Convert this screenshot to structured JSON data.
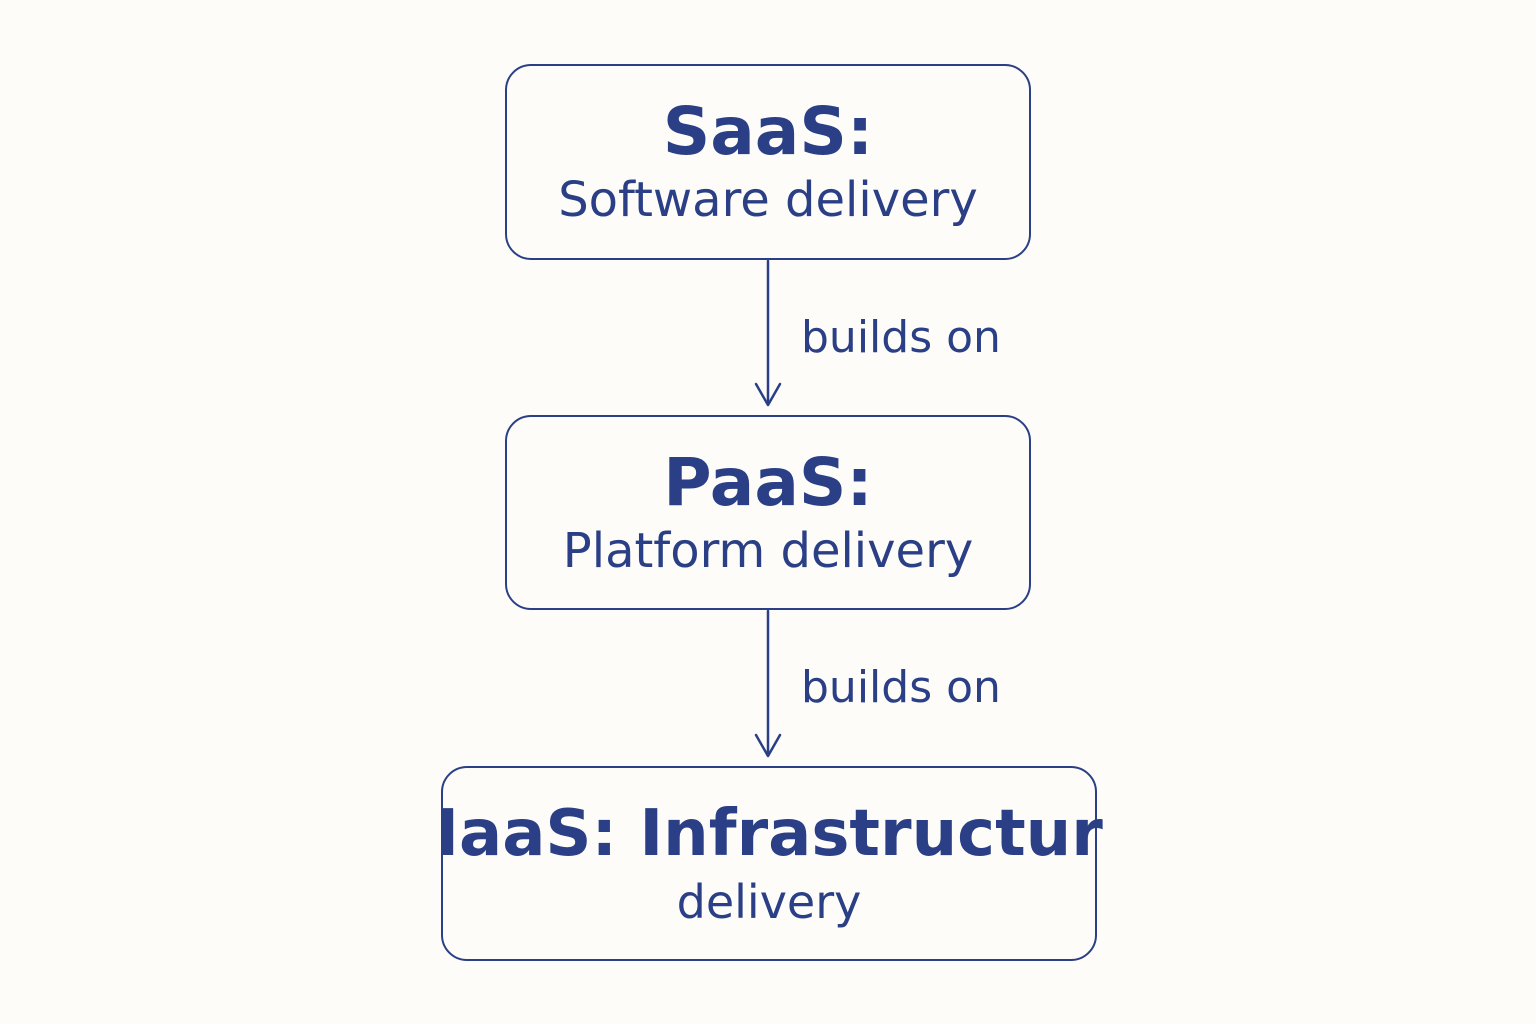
{
  "colors": {
    "background": "#fdfcf8",
    "ink": "#2a3f86"
  },
  "layers": [
    {
      "title": "SaaS:",
      "subtitle": "Software delivery"
    },
    {
      "title": "PaaS:",
      "subtitle": "Platform delivery"
    },
    {
      "title": "IaaS: Infrastructur",
      "subtitle": "delivery"
    }
  ],
  "edges": [
    {
      "from": "SaaS",
      "to": "PaaS",
      "label": "builds on"
    },
    {
      "from": "PaaS",
      "to": "IaaS",
      "label": "builds on"
    }
  ]
}
